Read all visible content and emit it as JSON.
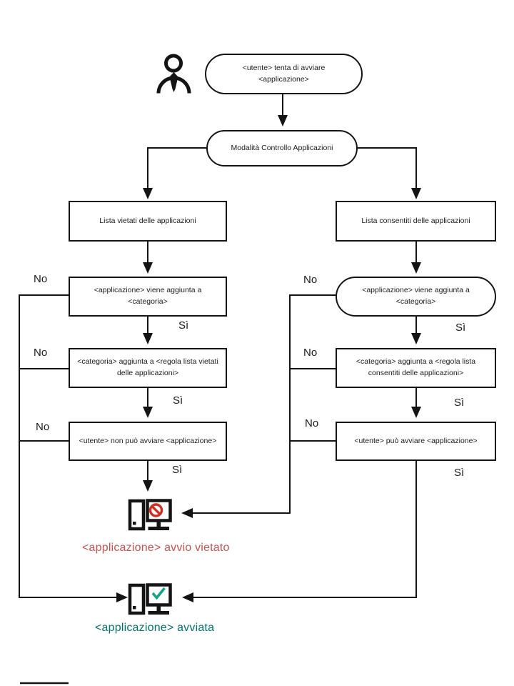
{
  "diagram": {
    "labels": {
      "yes": "Sì",
      "no": "No"
    },
    "nodes": {
      "start": {
        "text": "<utente> tenta di avviare <applicazione>"
      },
      "mode": {
        "text": "Modalità Controllo Applicazioni"
      },
      "denylist": {
        "text": "Lista vietati delle applicazioni"
      },
      "allowlist": {
        "text": "Lista consentiti delle applicazioni"
      },
      "app_added_denylist": {
        "text": "<applicazione> viene aggiunta a <categoria>"
      },
      "app_added_allowlist": {
        "text": "<applicazione> viene aggiunta a <categoria>"
      },
      "category_rule_denylist": {
        "text": "<categoria> aggiunta a <regola lista vietati delle applicazioni>"
      },
      "category_rule_allowlist": {
        "text": "<categoria> aggiunta a <regola lista consentiti delle applicazioni>"
      },
      "user_cannot_run": {
        "text": "<utente> non può avviare <applicazione>"
      },
      "user_can_run": {
        "text": "<utente> può avviare <applicazione>"
      }
    },
    "outcomes": {
      "denied": {
        "text": "<applicazione> avvio vietato",
        "color": "#c6524e"
      },
      "allowed": {
        "text": "<applicazione> avviata",
        "color": "#00746a"
      }
    },
    "icons": {
      "user": "user-icon",
      "blocked": "computer-blocked-icon",
      "allowed": "computer-allowed-icon"
    },
    "colors": {
      "line": "#141414",
      "blocked_badge": "#cf2e21",
      "allowed_badge": "#10a387",
      "denied_text": "#c6524e",
      "allowed_text": "#00746a"
    }
  }
}
